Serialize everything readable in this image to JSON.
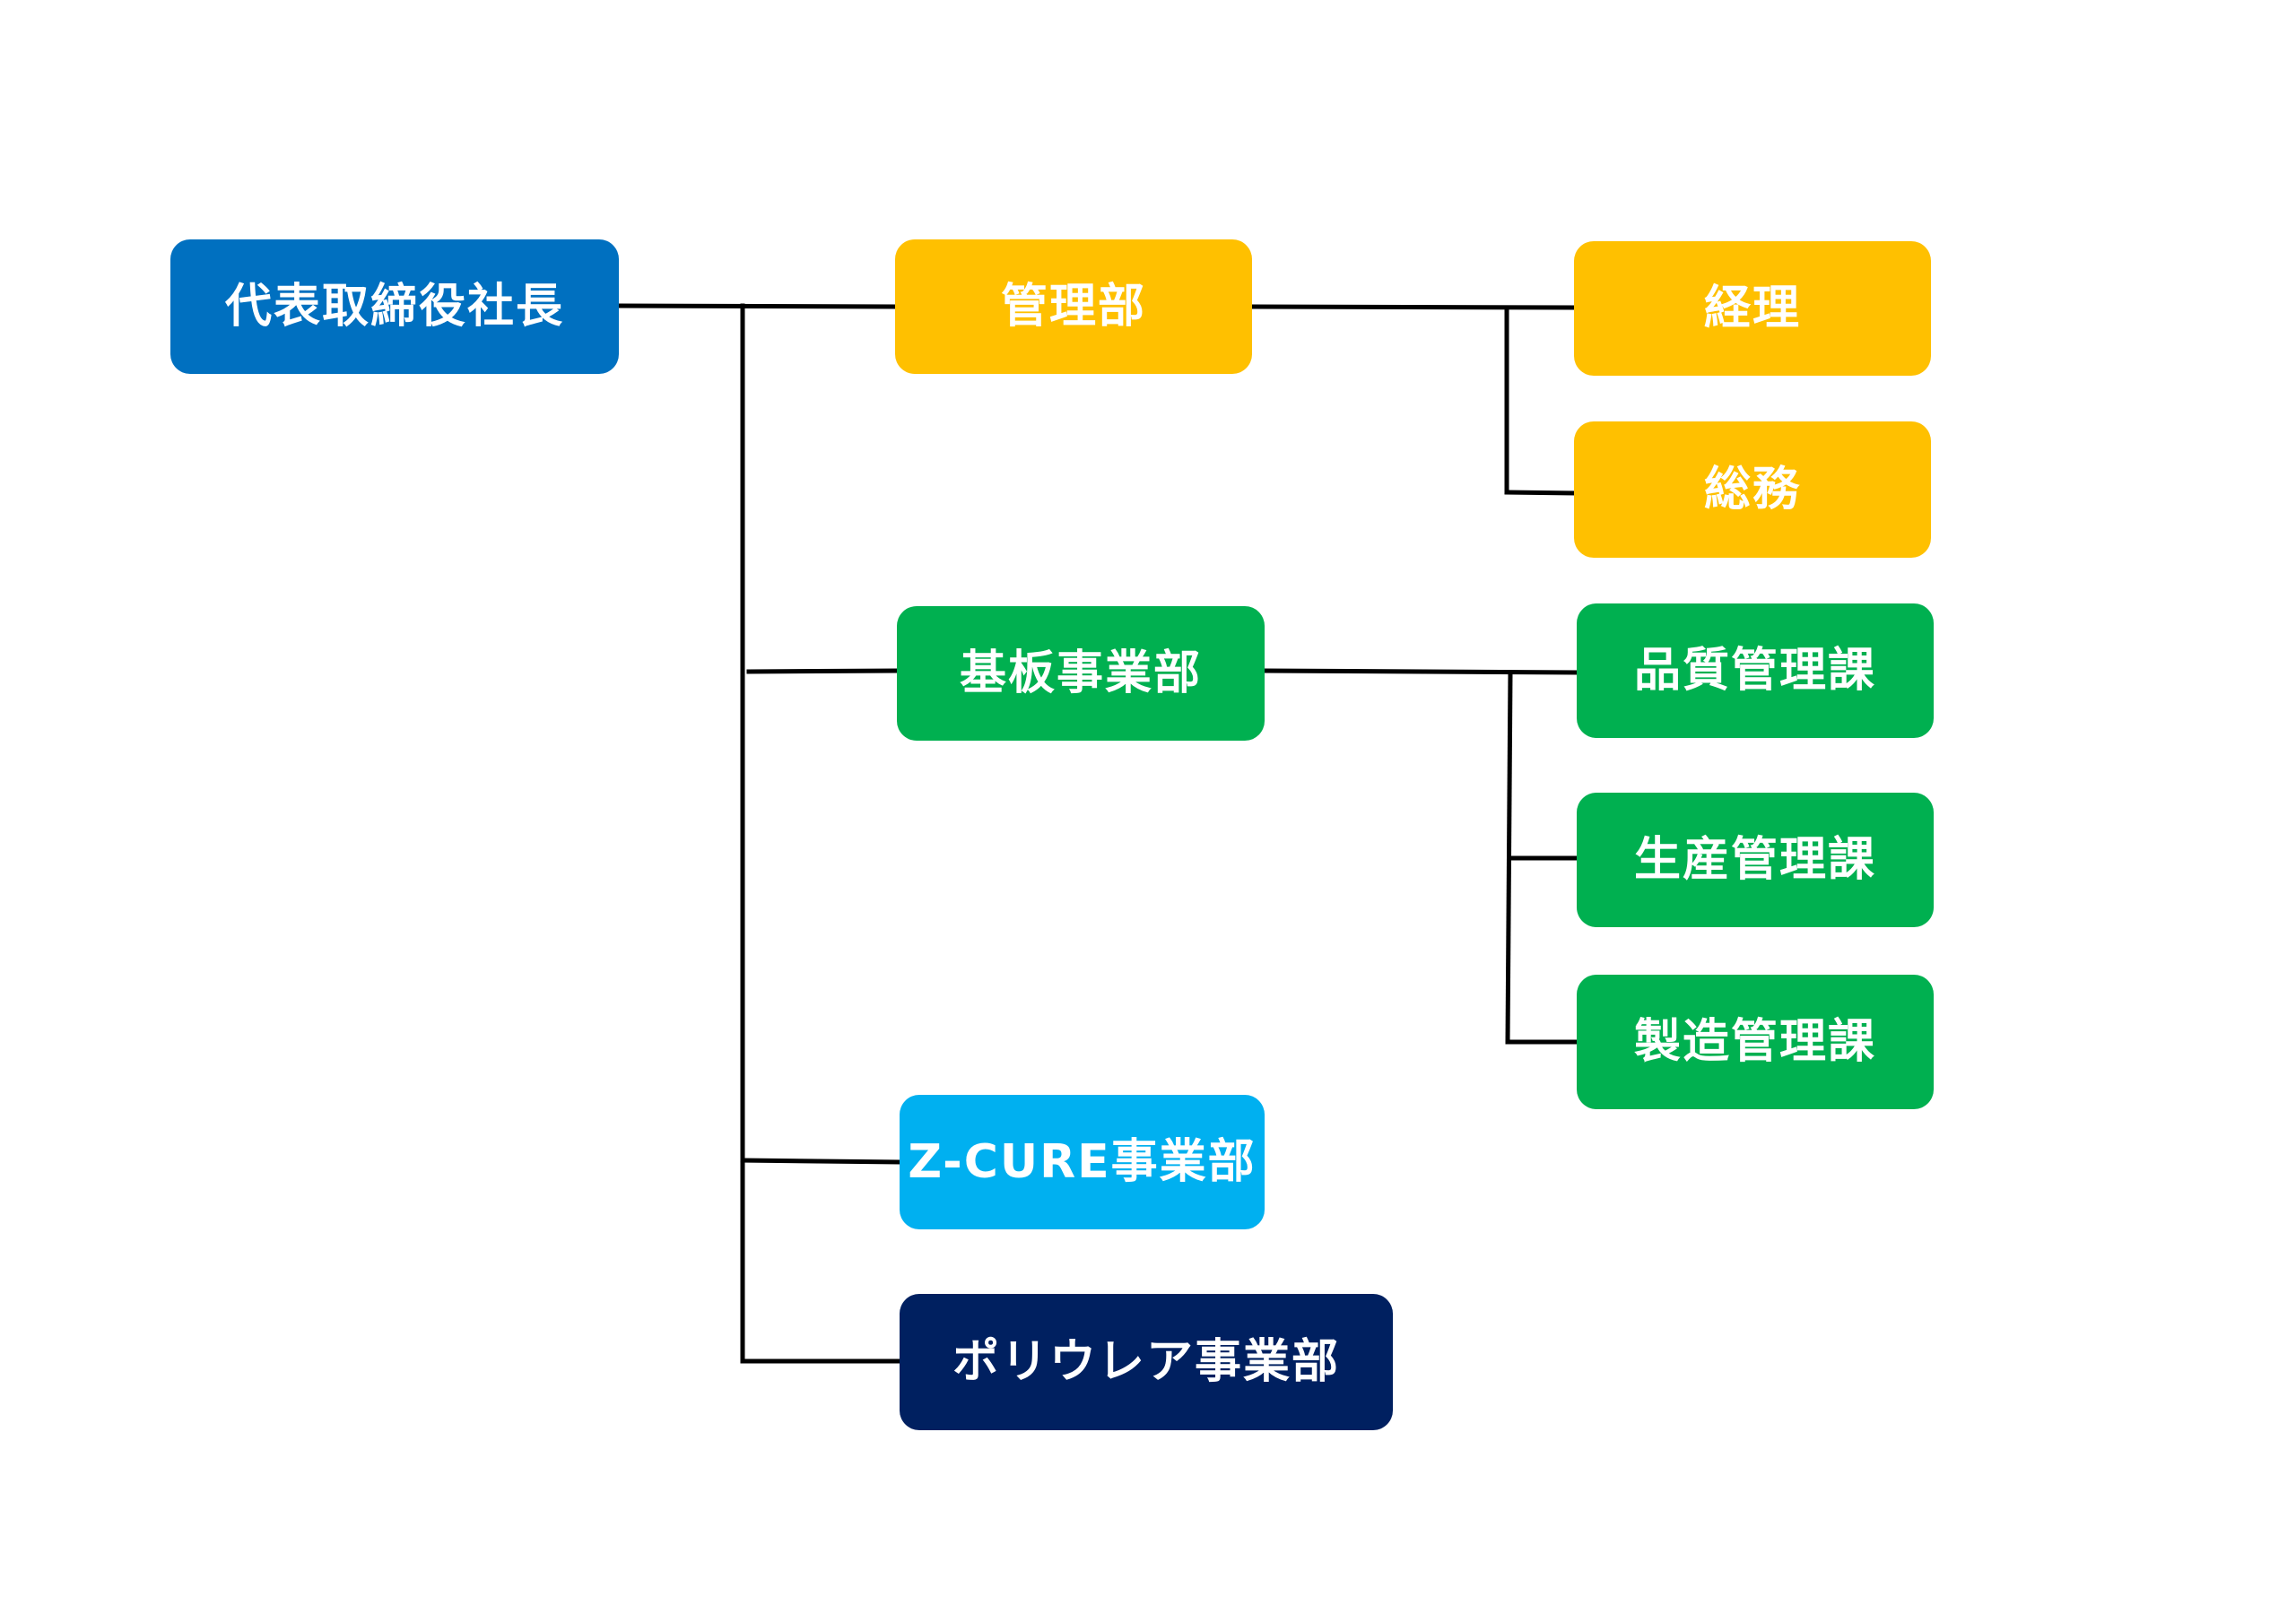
{
  "diagram": {
    "nodes": {
      "ceo": {
        "label": "代表取締役社長",
        "color": "#0070C0"
      },
      "kanri": {
        "label": "管理部",
        "color": "#FFC000"
      },
      "keiri": {
        "label": "経理",
        "color": "#FFC000"
      },
      "somu": {
        "label": "総務",
        "color": "#FFC000"
      },
      "kiban": {
        "label": "基板事業部",
        "color": "#00B050"
      },
      "hinshitsu": {
        "label": "品質管理課",
        "color": "#00B050"
      },
      "seisan": {
        "label": "生産管理課",
        "color": "#00B050"
      },
      "seizo": {
        "label": "製造管理課",
        "color": "#00B050"
      },
      "zcure": {
        "label": "Z-CURE事業部",
        "color": "#00B0F0"
      },
      "polyurea": {
        "label": "ポリウレア事業部",
        "color": "#002060"
      }
    },
    "edges": [
      [
        "ceo",
        "kanri"
      ],
      [
        "ceo",
        "kiban"
      ],
      [
        "ceo",
        "zcure"
      ],
      [
        "ceo",
        "polyurea"
      ],
      [
        "kanri",
        "keiri"
      ],
      [
        "kanri",
        "somu"
      ],
      [
        "kiban",
        "hinshitsu"
      ],
      [
        "kiban",
        "seisan"
      ],
      [
        "kiban",
        "seizo"
      ]
    ],
    "connector_color": "#000000"
  }
}
